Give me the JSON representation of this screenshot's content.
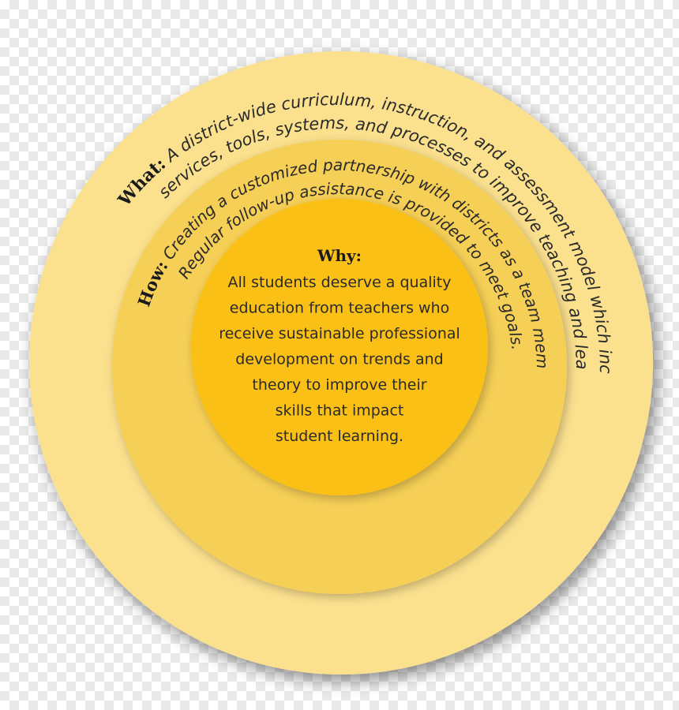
{
  "diagram": {
    "rings": {
      "outer_color": "#fbe08e",
      "middle_color": "#f6cf57",
      "inner_color": "#fbc012"
    },
    "what": {
      "label": "What:",
      "line1": " A district-wide curriculum, instruction, and assessment model which includes",
      "line2": "services, tools, systems, and processes to improve teaching and learning."
    },
    "how": {
      "label": "How:",
      "line1": " Creating a customized partnership with districts as a team member.",
      "line2": "Regular follow-up assistance is provided to meet goals."
    },
    "why": {
      "label": "Why:",
      "lines": [
        "All students deserve a quality",
        "education from teachers who",
        "receive sustainable professional",
        "development on trends and",
        "theory to improve their",
        "skills that impact",
        "student learning."
      ]
    }
  }
}
